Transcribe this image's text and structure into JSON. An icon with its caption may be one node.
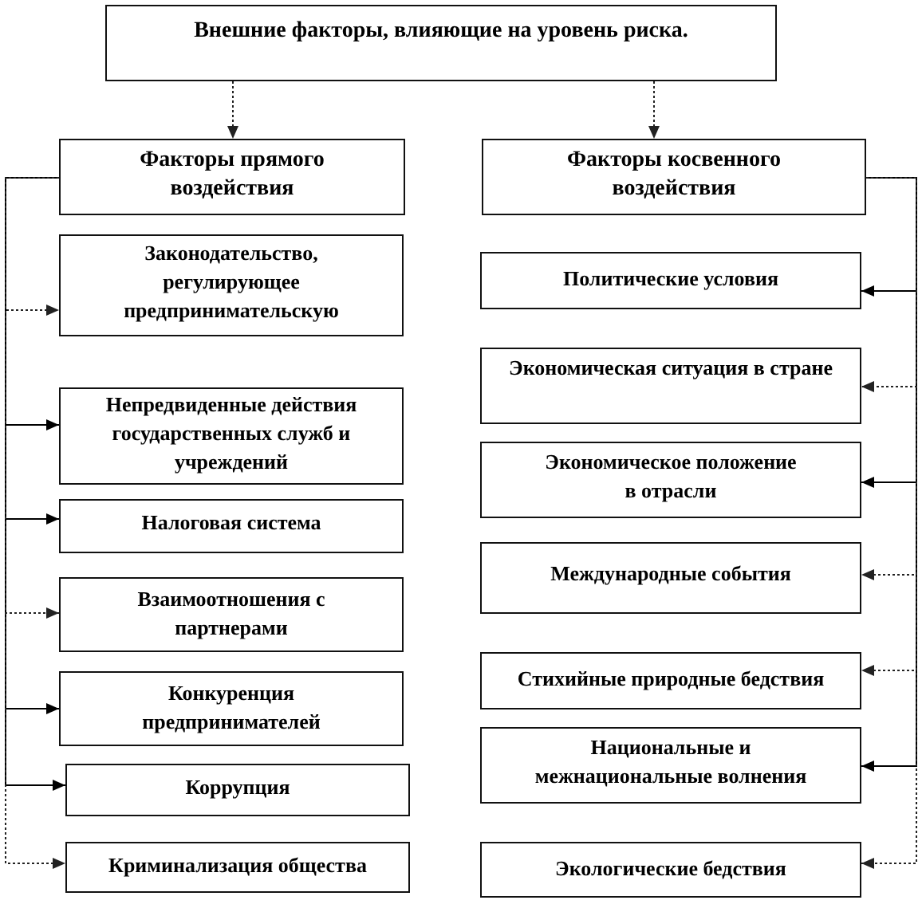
{
  "diagram": {
    "nodes": [
      {
        "text": [
          "Внешние факторы, влияющие на уровень риска."
        ]
      },
      {
        "text": [
          "Факторы прямого воздействия"
        ]
      },
      {
        "text": [
          "Факторы косвенного воздействия"
        ]
      },
      {
        "text": [
          "Законодательство, регулирующее предпринимательскую"
        ]
      },
      {
        "text": [
          "Непредвиденные действия государственных служб и учреждений"
        ]
      },
      {
        "text": [
          "Налоговая система"
        ]
      },
      {
        "text": [
          "Взаимоотношения с партнерами"
        ]
      },
      {
        "text": [
          "Конкуренция предпринимателей"
        ]
      },
      {
        "text": [
          "Коррупция"
        ]
      },
      {
        "text": [
          "Криминализация общества"
        ]
      },
      {
        "text": [
          "Политические условия"
        ]
      },
      {
        "text": [
          "Экономическая ситуация в стране"
        ]
      },
      {
        "text": [
          "Экономическое положение в отрасли"
        ]
      },
      {
        "text": [
          "Международные события"
        ]
      },
      {
        "text": [
          "Стихийные природные бедствия"
        ]
      },
      {
        "text": [
          "Национальные и межнациональные волнения"
        ]
      },
      {
        "text": [
          "Экологические бедствия"
        ]
      }
    ],
    "edges": [
      {
        "from": 0,
        "to": 1,
        "arrow": "to",
        "style": "dashed"
      },
      {
        "from": 0,
        "to": 2,
        "arrow": "to",
        "style": "dashed"
      },
      {
        "from": 1,
        "to": 3,
        "arrow": "to",
        "style": "dashed"
      },
      {
        "from": 1,
        "to": 4,
        "arrow": "to"
      },
      {
        "from": 1,
        "to": 5,
        "arrow": "to"
      },
      {
        "from": 1,
        "to": 6,
        "arrow": "to",
        "style": "dashed"
      },
      {
        "from": 1,
        "to": 7,
        "arrow": "to"
      },
      {
        "from": 1,
        "to": 8,
        "arrow": "to"
      },
      {
        "from": 1,
        "to": 9,
        "arrow": "to",
        "style": "dashed"
      },
      {
        "from": 2,
        "to": 10,
        "arrow": "to"
      },
      {
        "from": 2,
        "to": 11,
        "arrow": "to",
        "style": "dashed"
      },
      {
        "from": 2,
        "to": 12,
        "arrow": "to"
      },
      {
        "from": 2,
        "to": 13,
        "arrow": "to",
        "style": "dashed"
      },
      {
        "from": 2,
        "to": 14,
        "arrow": "to",
        "style": "dashed"
      },
      {
        "from": 2,
        "to": 15,
        "arrow": "to"
      },
      {
        "from": 2,
        "to": 16,
        "arrow": "to",
        "style": "dashed"
      }
    ]
  }
}
